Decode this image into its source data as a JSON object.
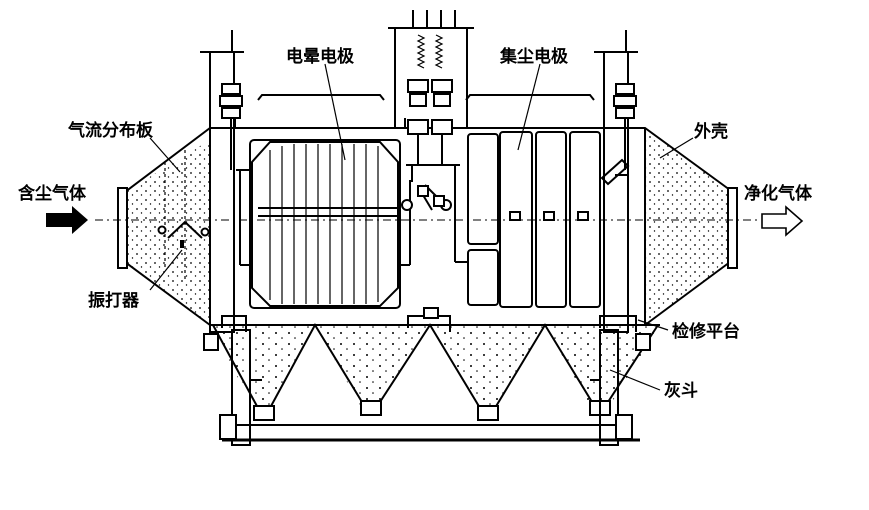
{
  "labels": {
    "corona_electrode": "电晕电极",
    "collecting_electrode": "集尘电极",
    "gas_distribution_plate": "气流分布板",
    "dusty_gas": "含尘气体",
    "rapper": "振打器",
    "shell": "外壳",
    "clean_gas": "净化气体",
    "maintenance_platform": "检修平台",
    "ash_hopper": "灰斗"
  }
}
